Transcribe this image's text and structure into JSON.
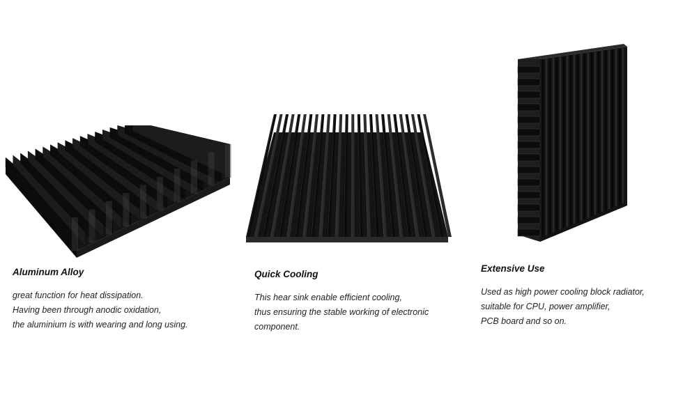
{
  "features": [
    {
      "title": "Aluminum Alloy",
      "lines": [
        "great function for heat dissipation.",
        "Having been through anodic oxidation,",
        "the aluminium is with wearing and long using."
      ],
      "icon": "heatsink-flat-image"
    },
    {
      "title": "Quick Cooling",
      "lines": [
        "This hear sink enable efficient cooling,",
        "thus ensuring the stable working of electronic",
        "component."
      ],
      "icon": "heatsink-front-image"
    },
    {
      "title": "Extensive Use",
      "lines": [
        "Used as high power cooling block radiator,",
        "suitable for CPU, power amplifier,",
        "PCB board and so on."
      ],
      "icon": "heatsink-upright-image"
    }
  ],
  "colors": {
    "metal": "#1c1c1e",
    "metal_dark": "#0c0c0d",
    "metal_light": "#4a4a4e",
    "text": "#111111"
  }
}
